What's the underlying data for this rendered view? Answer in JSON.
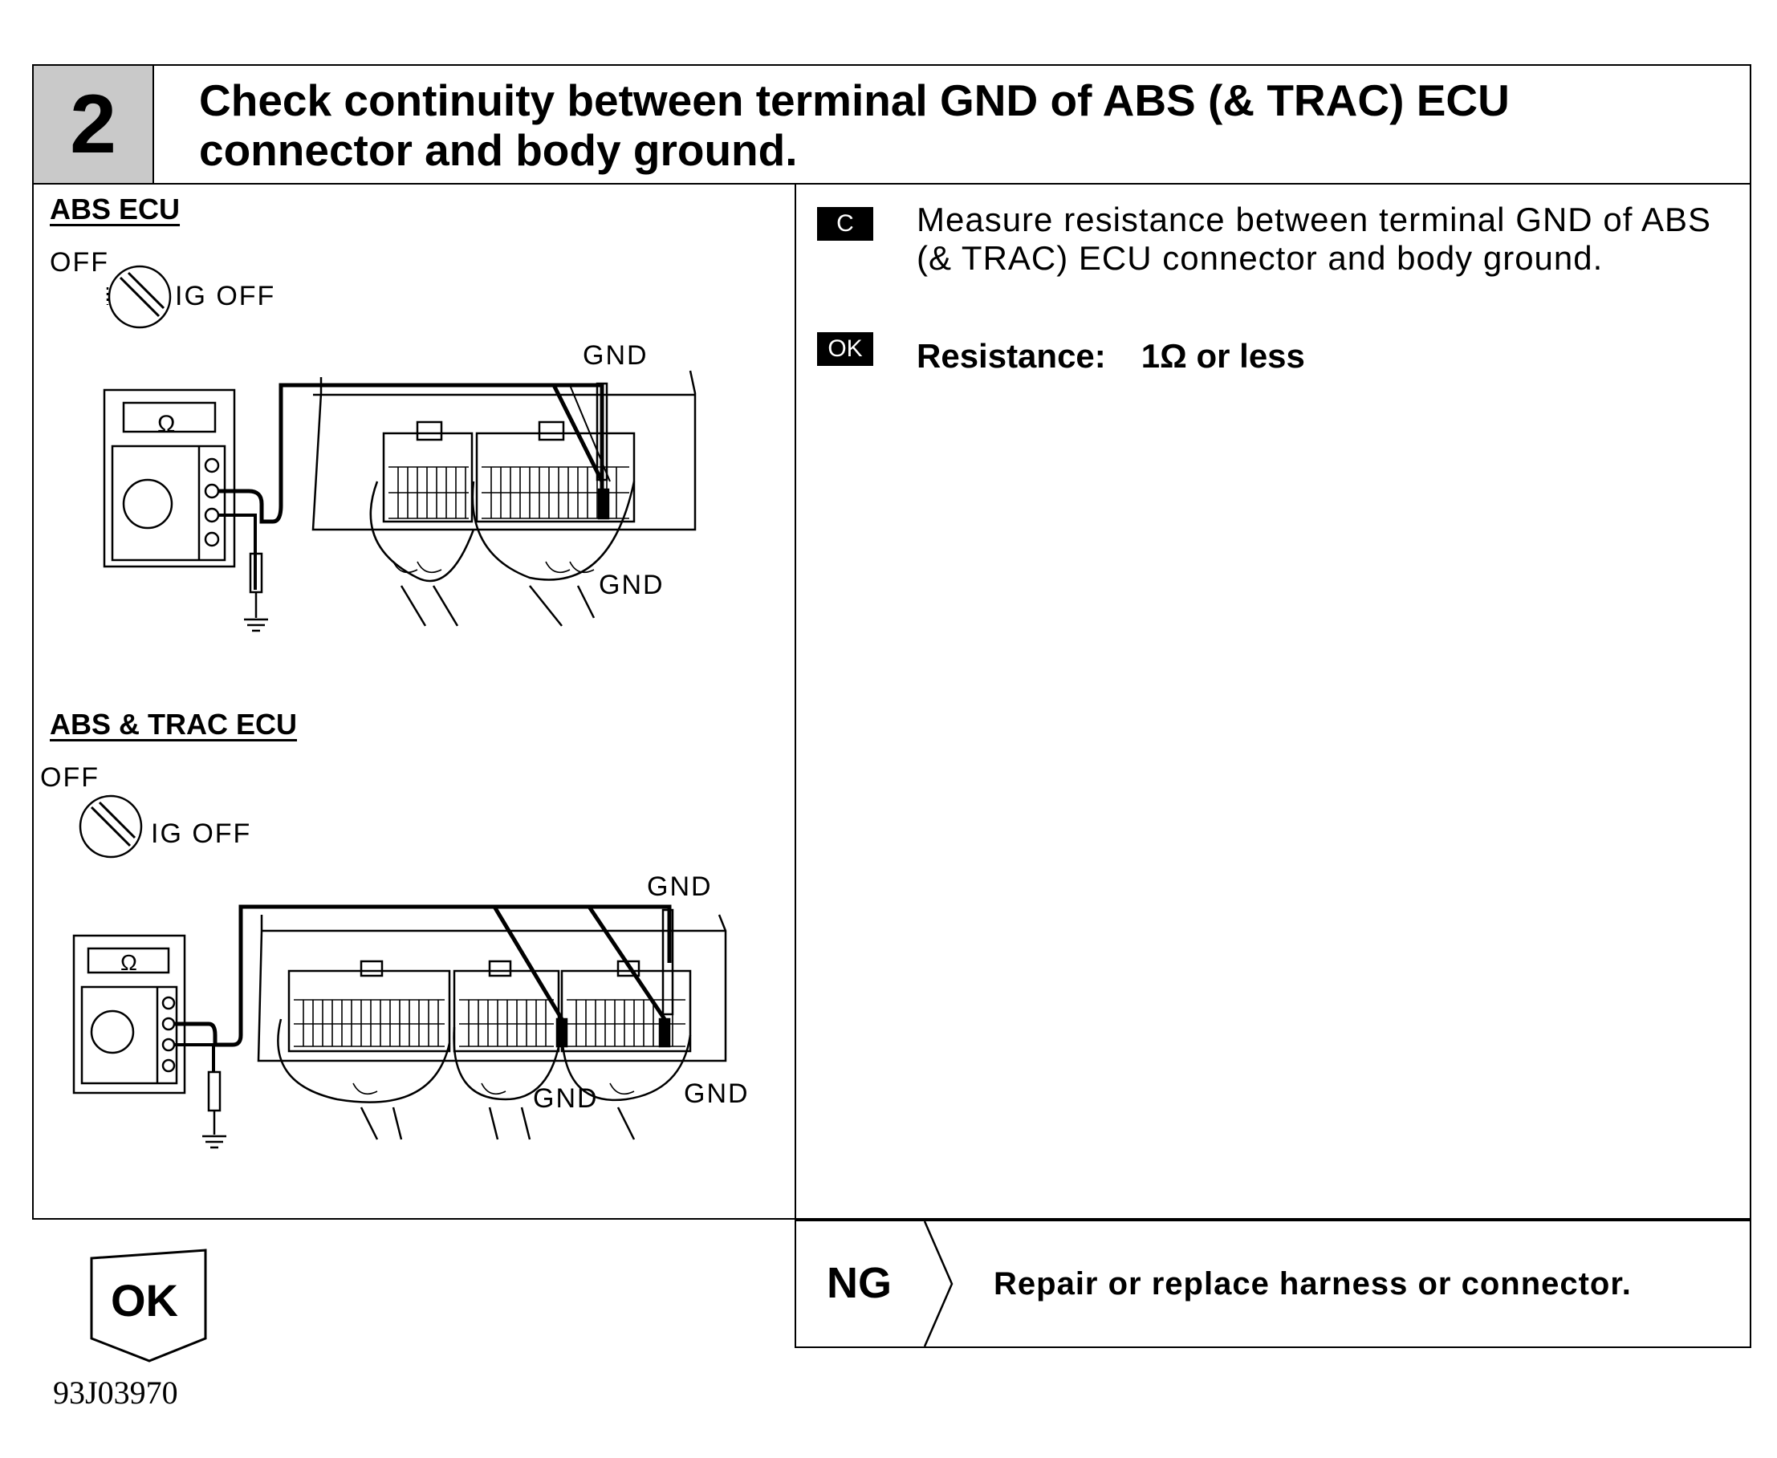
{
  "step": {
    "number": "2"
  },
  "title": {
    "line1": "Check continuity between terminal GND of ABS (& TRAC) ECU",
    "line2": "connector and body ground."
  },
  "diagram_top": {
    "label": "ABS ECU",
    "off_label": "OFF",
    "ig_label": "IG OFF",
    "gnd_upper": "GND",
    "gnd_lower": "GND",
    "meter_symbol": "Ω"
  },
  "diagram_bottom": {
    "label": "ABS & TRAC ECU",
    "off_label": "OFF",
    "ig_label": "IG OFF",
    "gnd_upper": "GND",
    "gnd_lower_mid": "GND",
    "gnd_lower_right": "GND",
    "meter_symbol": "Ω"
  },
  "instructions": {
    "check_tag": "C",
    "check_text": "Measure resistance between terminal GND of ABS (& TRAC) ECU connector and body ground.",
    "ok_tag": "OK",
    "spec_label": "Resistance:",
    "spec_value": "1Ω or less"
  },
  "result_ng": {
    "label": "NG",
    "text": "Repair or replace harness or connector."
  },
  "result_ok": {
    "label": "OK"
  },
  "figure_id": "93J03970"
}
